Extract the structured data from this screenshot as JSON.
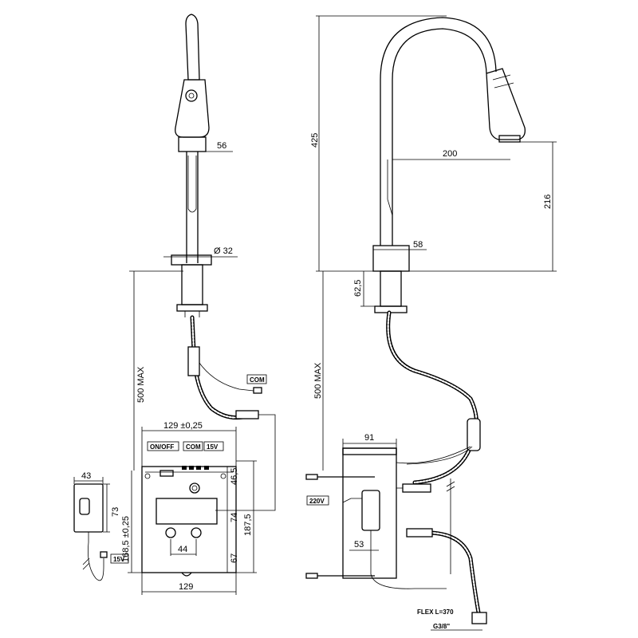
{
  "dimensions": {
    "d56": "56",
    "d32": "Ø 32",
    "d500_left": "500 MAX",
    "d129_top": "129 ±0,25",
    "d46_5": "46,5",
    "d74": "74",
    "d187_5": "187,5",
    "d168_5": "168,5 ±0,25",
    "d67": "67",
    "d44": "44",
    "d129_bottom": "129",
    "d43": "43",
    "d73": "73",
    "d425": "425",
    "d200": "200",
    "d216": "216",
    "d58": "58",
    "d62_5": "62,5",
    "d500_right": "500 MAX",
    "d91": "91",
    "d53": "53",
    "flex": "FLEX L=370",
    "thread": "G3/8\""
  },
  "labels": {
    "com_cable": "COM",
    "on_off": "ON/OFF",
    "com_box": "COM",
    "v15_box": "15V",
    "v15_cable": "15V",
    "v220": "220V"
  }
}
